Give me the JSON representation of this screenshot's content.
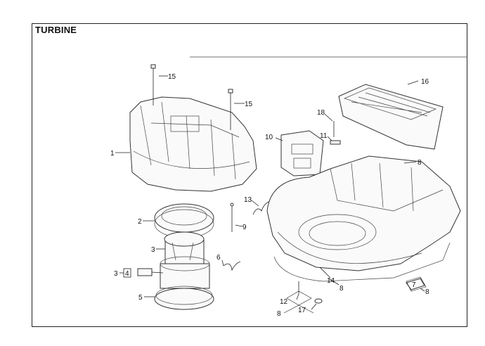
{
  "title": "TURBINE",
  "callouts": {
    "c1": "1",
    "c2": "2",
    "c3a": "3",
    "c3b": "3",
    "c4": "4",
    "c5": "5",
    "c6": "6",
    "c8a": "8",
    "c8b": "8",
    "c8c": "8",
    "c8d": "8",
    "c9": "9",
    "c10": "10",
    "c11": "11",
    "c12": "12",
    "c13": "13",
    "c14": "14",
    "c15a": "15",
    "c15b": "15",
    "c16": "16",
    "c17": "17",
    "c18": "18",
    "c7": "7"
  }
}
